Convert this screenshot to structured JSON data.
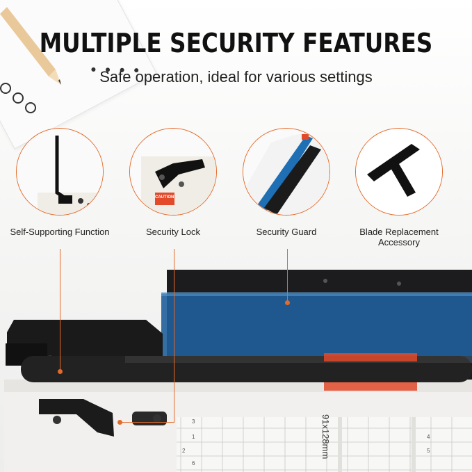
{
  "header": {
    "title": "MULTIPLE SECURITY FEATURES",
    "subtitle": "Safe operation, ideal for various settings"
  },
  "features": [
    {
      "label": "Self-Supporting Function",
      "icon": "support-rod-icon"
    },
    {
      "label": "Security Lock",
      "icon": "lock-icon"
    },
    {
      "label": "Security Guard",
      "icon": "guard-icon"
    },
    {
      "label": "Blade Replacement Accessory",
      "icon": "t-handle-tool-icon"
    }
  ],
  "caution_label": "CAUTION!",
  "base_measure": "91x128mm",
  "ruler_numbers": [
    "3",
    "2",
    "1",
    "4",
    "5",
    "6"
  ],
  "colors": {
    "accent": "#e46a2a",
    "guard_blue": "#1f5f9a",
    "dark": "#1b1b1b"
  }
}
